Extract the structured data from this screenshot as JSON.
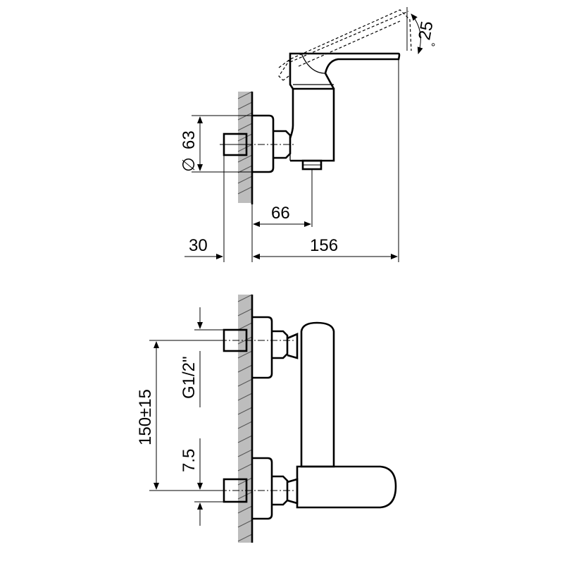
{
  "dimensions": {
    "angle": "25",
    "degree": "°",
    "diameter": "63",
    "wall_offset": "30",
    "spout_reach": "66",
    "total_depth": "156",
    "centers": "150±15",
    "thread": "G1/2\"",
    "inlet_depth": "7.5"
  },
  "colors": {
    "line": "#000000",
    "wall": "#bdbdbd"
  }
}
